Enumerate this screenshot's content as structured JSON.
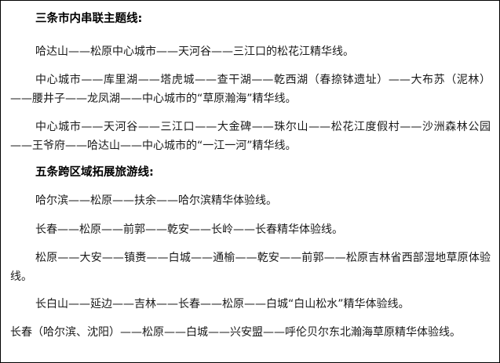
{
  "section_three": {
    "heading": "三条市内串联主题线:",
    "routes": [
      "哈达山——松原中心城市——天河谷——三江口的松花江精华线。",
      "中心城市——库里湖——塔虎城——查干湖——乾西湖（春捺钵遗址）——大布苏（泥林）——腰井子——龙凤湖——中心城市的“草原瀚海”精华线。",
      "中心城市——天河谷——三江口——大金碑——珠尔山——松花江度假村——沙洲森林公园——王爷府——哈达山——中心城市的“一江一河”精华线。"
    ]
  },
  "section_five": {
    "heading": "五条跨区域拓展旅游线:",
    "routes": [
      "哈尔滨——松原——扶余——哈尔滨精华体验线。",
      "长春——松原——前郭——乾安——长岭——长春精华体验线。",
      "松原——大安——镇赉——白城——通榆——乾安——前郭——松原吉林省西部湿地草原体验线。",
      "长白山——延边——吉林——长春——松原——白城“白山松水”精华体验线。",
      "长春（哈尔滨、沈阳）——松原——白城——兴安盟——呼伦贝尔东北瀚海草原精华体验线。"
    ]
  }
}
